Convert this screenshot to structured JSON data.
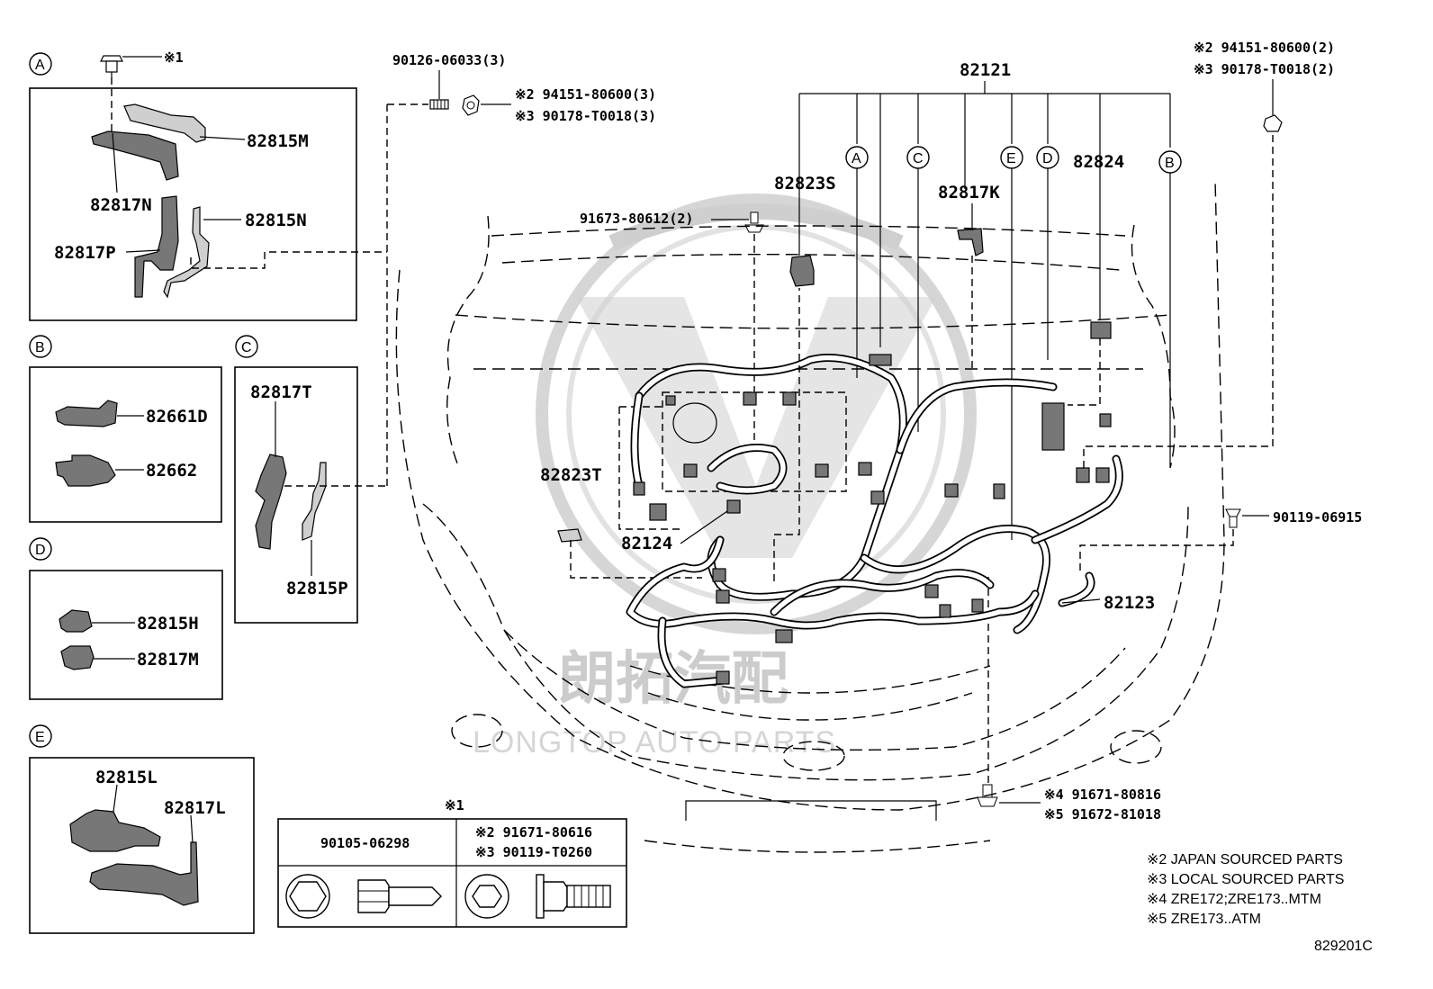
{
  "title_code": "829201C",
  "sections": {
    "A": {
      "letter": "A",
      "parts": [
        "82815M",
        "82817N",
        "82815N",
        "82817P"
      ],
      "bolt_note": "※1"
    },
    "B": {
      "letter": "B",
      "parts": [
        "82661D",
        "82662"
      ]
    },
    "C": {
      "letter": "C",
      "parts": [
        "82817T",
        "82815P"
      ]
    },
    "D": {
      "letter": "D",
      "parts": [
        "82815H",
        "82817M"
      ]
    },
    "E": {
      "letter": "E",
      "parts": [
        "82815L",
        "82817L"
      ]
    }
  },
  "main_labels": {
    "top_stud": "90126-06033(3)",
    "top_nut_jp": "※2 94151-80600(3)",
    "top_nut_local": "※3 90178-T0018(3)",
    "harness_main": "82121",
    "right_nut_jp": "※2 94151-80600(2)",
    "right_nut_local": "※3 90178-T0018(2)",
    "bolt_left": "91673-80612(2)",
    "part_82823S": "82823S",
    "part_82817K": "82817K",
    "part_82824": "82824",
    "part_82823T": "82823T",
    "part_82124": "82124",
    "part_82123": "82123",
    "bolt_right": "90119-06915",
    "bolt_bottom_mtm": "※4 91671-80816",
    "bolt_bottom_atm": "※5 91672-81018"
  },
  "ref_circles": [
    "A",
    "C",
    "E",
    "D",
    "B"
  ],
  "bolt_table": {
    "header": "※1",
    "col1_part": "90105-06298",
    "col2_jp": "※2 91671-80616",
    "col2_local": "※3 90119-T0260"
  },
  "notes": [
    "※2 JAPAN SOURCED PARTS",
    "※3 LOCAL SOURCED PARTS",
    "※4 ZRE172;ZRE173..MTM",
    "※5 ZRE173..ATM"
  ],
  "watermark": {
    "cn": "朗拓汽配",
    "en": "LONGTOP AUTO PARTS"
  }
}
